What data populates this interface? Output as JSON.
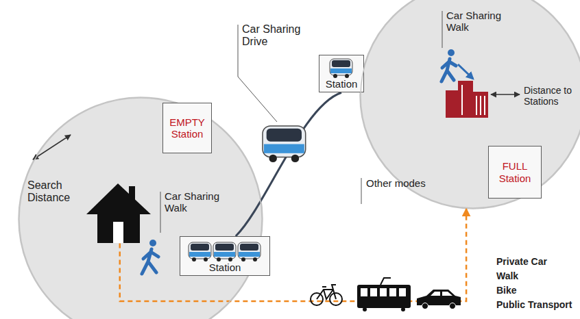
{
  "diagram": {
    "nodes": [
      {
        "text": [
          "Search Distance",
          "Car Sharing Walk"
        ]
      },
      {
        "text": [
          "EMPTY Station"
        ],
        "in": 0
      },
      {
        "text": [
          "Station"
        ],
        "in": 0
      },
      {
        "text": [
          "Station"
        ]
      },
      {
        "text": [
          "Car Sharing Walk",
          "Distance to Stations"
        ]
      },
      {
        "text": [
          "FULL Station"
        ],
        "in": 4
      }
    ],
    "edges": [
      {
        "from": 2,
        "to": 3,
        "arrow": "none"
      },
      {
        "from": 0,
        "to": 4,
        "arrow": "to"
      }
    ],
    "labels": [
      "Car Sharing Drive",
      "Other modes",
      "Private Car",
      "Walk",
      "Bike",
      "Public Transport"
    ]
  }
}
